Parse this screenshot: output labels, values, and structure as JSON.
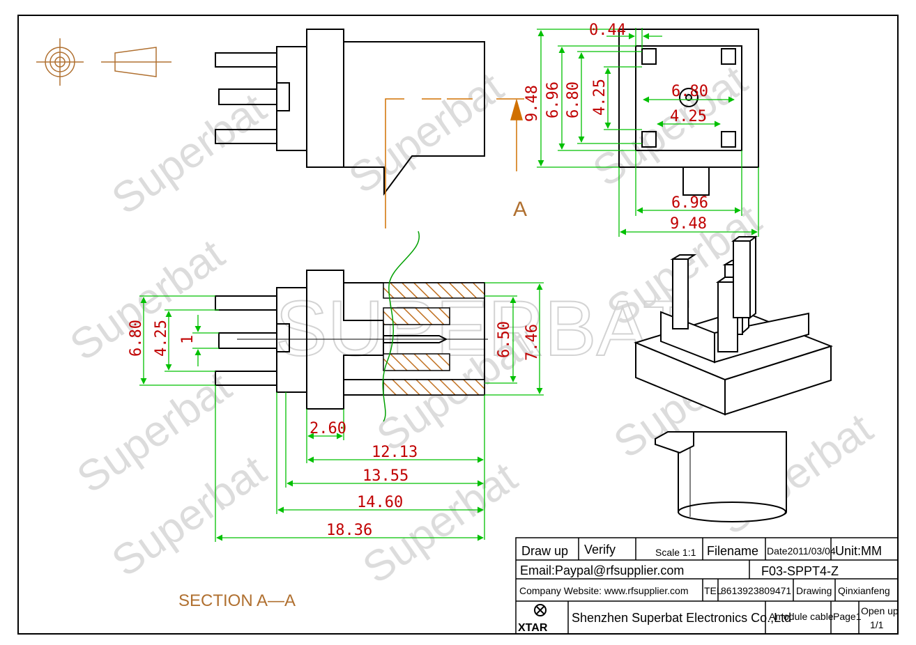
{
  "watermark": {
    "small": "Superbat",
    "large": "SUPERBAT"
  },
  "section_label": "SECTION A—A",
  "section_arrow_label": "A",
  "dimensions": {
    "top_right": {
      "d044": "0.44",
      "h948": "9.48",
      "h696": "6.96",
      "h680": "6.80",
      "h425": "4.25",
      "w680": "6.80",
      "w425": "4.25",
      "w696": "6.96",
      "w948": "9.48"
    },
    "section": {
      "h680": "6.80",
      "h425": "4.25",
      "h1": "1",
      "h650": "6.50",
      "h746": "7.46",
      "w260": "2.60",
      "w1213": "12.13",
      "w1355": "13.55",
      "w1460": "14.60",
      "w1836": "18.36"
    }
  },
  "title_block": {
    "draw_up": "Draw up",
    "verify": "Verify",
    "scale": "Scale 1:1",
    "filename_label": "Filename",
    "date": "Date2011/03/04",
    "unit": "Unit:MM",
    "email": "Email:Paypal@rfsupplier.com",
    "filename": "F03-SPPT4-Z",
    "website": "Company Website:  www.rfsupplier.com",
    "tel_label": "TEL",
    "tel": "8613923809471",
    "drawing_label": "Drawing",
    "drawer": "Qinxianfeng",
    "logo_text": "XTAR",
    "company": "Shenzhen Superbat Electronics Co.,Ltd",
    "product": "Amodule cable",
    "page": "Page1",
    "open_up": "Open up",
    "open_up_val": "1/1"
  }
}
